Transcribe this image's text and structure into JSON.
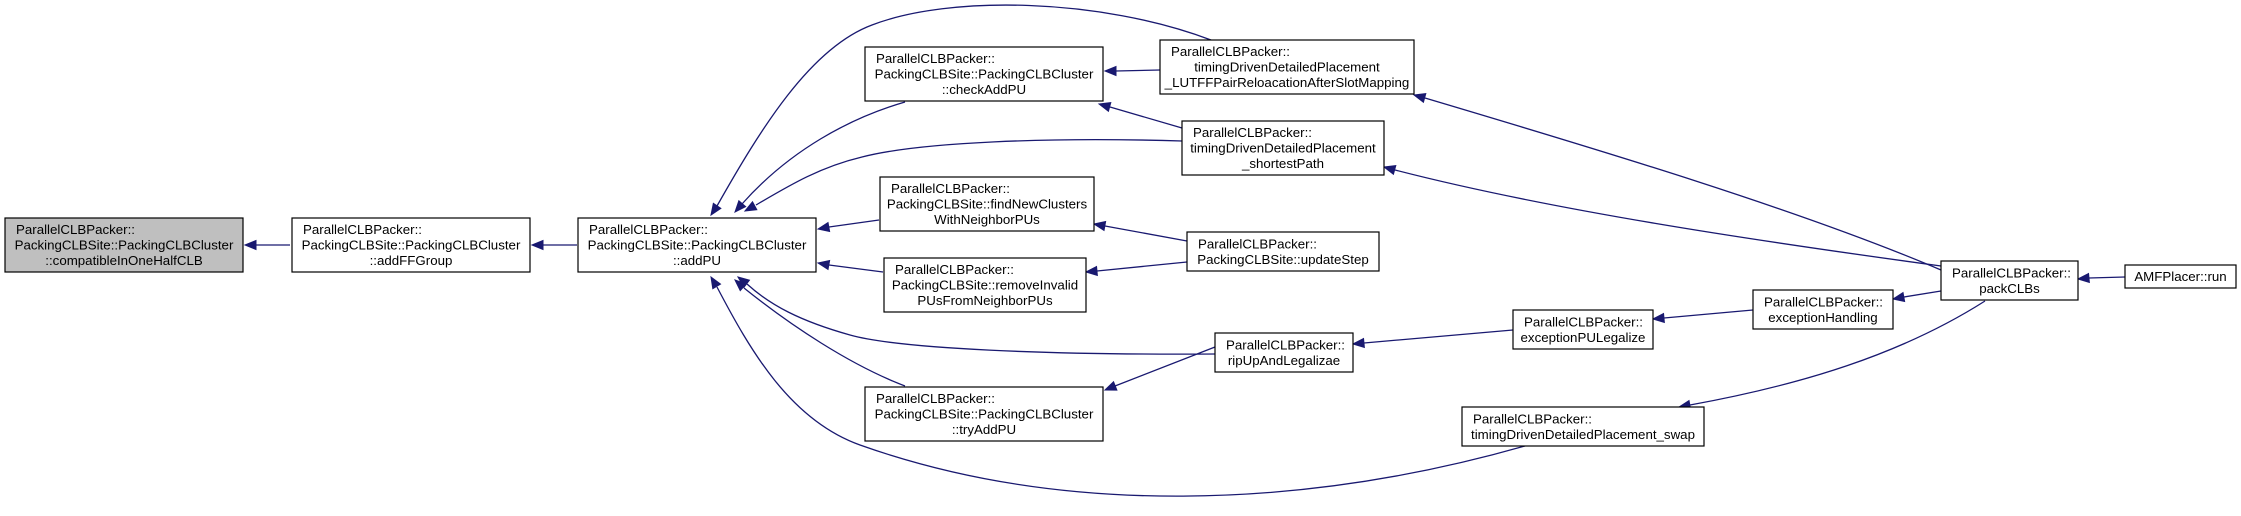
{
  "colors": {
    "edge": "#191970",
    "root_fill": "#bfbfbf",
    "node_fill": "#ffffff",
    "node_border": "#000000"
  },
  "nodes": {
    "compatible": [
      "ParallelCLBPacker::",
      "PackingCLBSite::PackingCLBCluster",
      "::compatibleInOneHalfCLB"
    ],
    "addFFGroup": [
      "ParallelCLBPacker::",
      "PackingCLBSite::PackingCLBCluster",
      "::addFFGroup"
    ],
    "addPU": [
      "ParallelCLBPacker::",
      "PackingCLBSite::PackingCLBCluster",
      "::addPU"
    ],
    "checkAddPU": [
      "ParallelCLBPacker::",
      "PackingCLBSite::PackingCLBCluster",
      "::checkAddPU"
    ],
    "findNew": [
      "ParallelCLBPacker::",
      "PackingCLBSite::findNewClusters",
      "WithNeighborPUs"
    ],
    "removeInvalid": [
      "ParallelCLBPacker::",
      "PackingCLBSite::removeInvalid",
      "PUsFromNeighborPUs"
    ],
    "tryAddPU": [
      "ParallelCLBPacker::",
      "PackingCLBSite::PackingCLBCluster",
      "::tryAddPU"
    ],
    "lutff": [
      "ParallelCLBPacker::",
      "timingDrivenDetailedPlacement",
      "_LUTFFPairReloacationAfterSlotMapping"
    ],
    "shortest": [
      "ParallelCLBPacker::",
      "timingDrivenDetailedPlacement",
      "_shortestPath"
    ],
    "updateStep": [
      "ParallelCLBPacker::",
      "PackingCLBSite::updateStep"
    ],
    "ripUp": [
      "ParallelCLBPacker::",
      "ripUpAndLegalizae"
    ],
    "swap": [
      "ParallelCLBPacker::",
      "timingDrivenDetailedPlacement_swap"
    ],
    "exceptionPU": [
      "ParallelCLBPacker::",
      "exceptionPULegalize"
    ],
    "exceptionHandling": [
      "ParallelCLBPacker::",
      "exceptionHandling"
    ],
    "packCLBs": [
      "ParallelCLBPacker::",
      "packCLBs"
    ],
    "run": [
      "AMFPlacer::run"
    ]
  }
}
